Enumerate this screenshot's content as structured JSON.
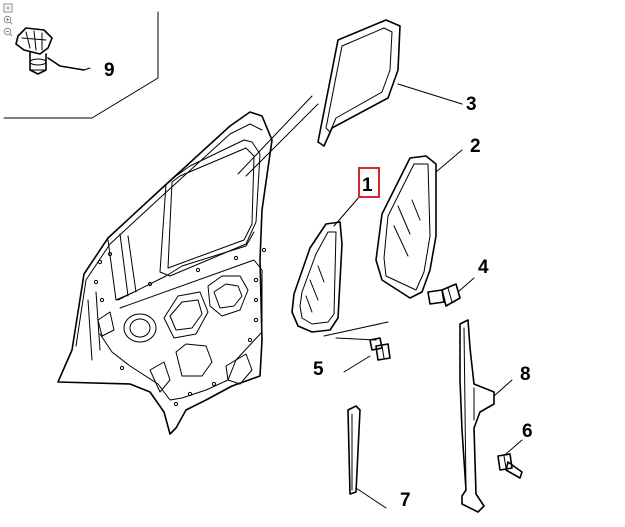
{
  "toolbar": {
    "icons": [
      "fit-page-icon",
      "zoom-in-icon",
      "zoom-out-icon"
    ]
  },
  "callouts": [
    {
      "id": "1",
      "label": "1",
      "highlighted": true
    },
    {
      "id": "2",
      "label": "2"
    },
    {
      "id": "3",
      "label": "3"
    },
    {
      "id": "4",
      "label": "4"
    },
    {
      "id": "5",
      "label": "5"
    },
    {
      "id": "6",
      "label": "6"
    },
    {
      "id": "7",
      "label": "7"
    },
    {
      "id": "8",
      "label": "8"
    },
    {
      "id": "9",
      "label": "9"
    }
  ],
  "colors": {
    "line": "#000000",
    "background": "#ffffff",
    "highlight": "#d42a2a",
    "toolbar_icon": "#8a8a8a"
  }
}
